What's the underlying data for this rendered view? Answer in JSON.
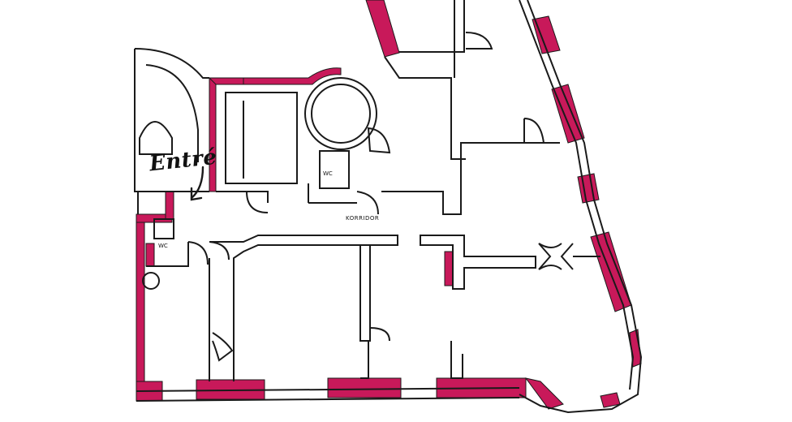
{
  "labels": {
    "entrance": "Entré",
    "corridor": "KORRIDOR",
    "wc_upper": "WC",
    "wc_lower": "WC"
  },
  "colors": {
    "wall": "#1a1a1a",
    "highlight": "#c8195a",
    "paper": "#ffffff"
  },
  "icons": {
    "entrance_arrow": "curved-arrow-down-icon"
  }
}
